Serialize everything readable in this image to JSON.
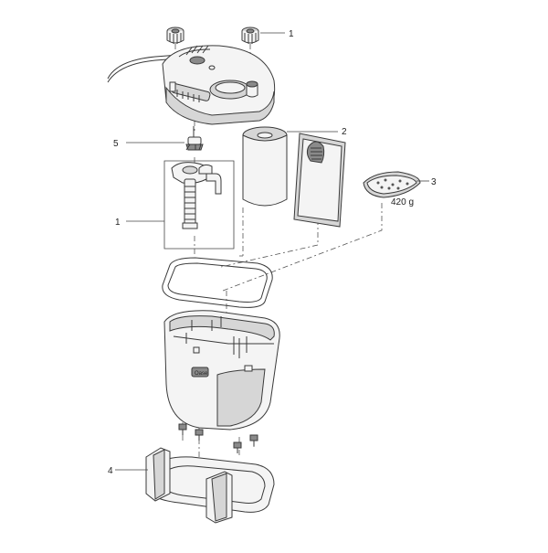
{
  "callouts": [
    {
      "number": "1"
    },
    {
      "number": "2"
    },
    {
      "number": "3",
      "sub": "420 g"
    },
    {
      "number": "4"
    },
    {
      "number": "5"
    },
    {
      "number": "1"
    }
  ],
  "brand_mark": "Oase",
  "colors": {
    "line": "#3a3a3a",
    "part_fill": "#f4f4f4",
    "shade": "#d6d6d6",
    "dark": "#8a8a8a"
  }
}
